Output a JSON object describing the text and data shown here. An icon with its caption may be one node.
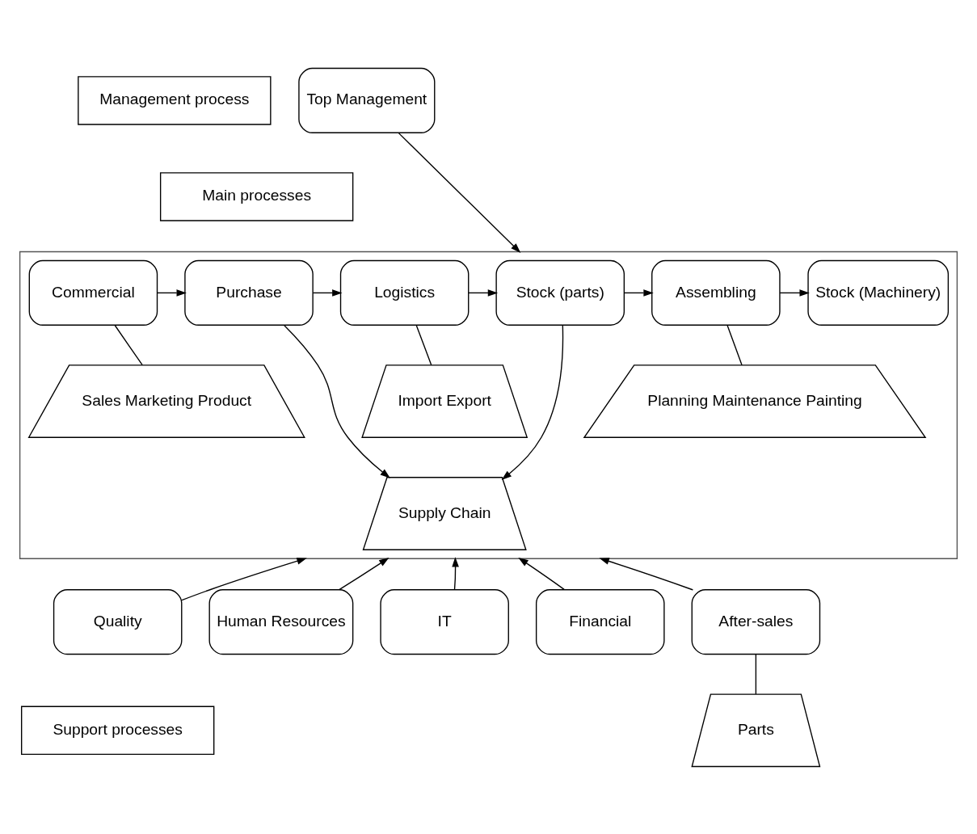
{
  "diagram": {
    "nodes": [
      {
        "text": [
          "Management process"
        ]
      },
      {
        "text": [
          "Top Management"
        ]
      },
      {
        "text": [
          "Main processes"
        ]
      },
      {
        "text": [],
        "shape": "box"
      },
      {
        "text": [
          "Commercial"
        ],
        "in": 3
      },
      {
        "text": [
          "Purchase"
        ],
        "in": 3
      },
      {
        "text": [
          "Logistics"
        ],
        "in": 3
      },
      {
        "text": [
          "Stock (parts)"
        ],
        "in": 3
      },
      {
        "text": [
          "Assembling"
        ],
        "in": 3
      },
      {
        "text": [
          "Stock (Machinery)"
        ],
        "in": 3
      },
      {
        "text": [
          "Sales Marketing Product"
        ],
        "in": 3
      },
      {
        "text": [
          "Import Export"
        ],
        "in": 3
      },
      {
        "text": [
          "Supply Chain"
        ],
        "in": 3
      },
      {
        "text": [
          "Planning Maintenance Painting"
        ],
        "in": 3
      },
      {
        "text": [
          "Quality"
        ]
      },
      {
        "text": [
          "Human Resources"
        ]
      },
      {
        "text": [
          "IT"
        ]
      },
      {
        "text": [
          "Financial"
        ]
      },
      {
        "text": [
          "After-sales"
        ]
      },
      {
        "text": [
          "Parts"
        ]
      },
      {
        "text": [
          "Support processes"
        ]
      }
    ],
    "edges": [
      {
        "from": 1,
        "to": 3,
        "arrow": "to"
      },
      {
        "from": 4,
        "to": 5,
        "arrow": "to"
      },
      {
        "from": 5,
        "to": 6,
        "arrow": "to"
      },
      {
        "from": 6,
        "to": 7,
        "arrow": "to"
      },
      {
        "from": 7,
        "to": 8,
        "arrow": "to"
      },
      {
        "from": 8,
        "to": 9,
        "arrow": "to"
      },
      {
        "from": 4,
        "to": 10,
        "arrow": "none"
      },
      {
        "from": 6,
        "to": 11,
        "arrow": "none"
      },
      {
        "from": 5,
        "to": 12,
        "arrow": "to"
      },
      {
        "from": 7,
        "to": 12,
        "arrow": "to"
      },
      {
        "from": 8,
        "to": 13,
        "arrow": "none"
      },
      {
        "from": 14,
        "to": 3,
        "arrow": "to"
      },
      {
        "from": 15,
        "to": 3,
        "arrow": "to"
      },
      {
        "from": 16,
        "to": 3,
        "arrow": "to"
      },
      {
        "from": 17,
        "to": 3,
        "arrow": "to"
      },
      {
        "from": 18,
        "to": 3,
        "arrow": "to"
      },
      {
        "from": 18,
        "to": 19,
        "arrow": "none"
      }
    ]
  }
}
